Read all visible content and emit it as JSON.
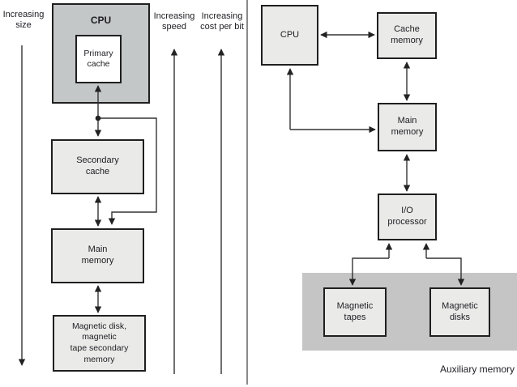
{
  "figure": {
    "left": {
      "axes": {
        "size": {
          "lines": [
            "Increasing",
            "size"
          ]
        },
        "speed": {
          "lines": [
            "Increasing",
            "speed"
          ]
        },
        "cost": {
          "lines": [
            "Increasing",
            "cost per bit"
          ]
        }
      },
      "boxes": {
        "cpu": {
          "lines": [
            "CPU"
          ]
        },
        "primary_cache": {
          "lines": [
            "Primary",
            "cache"
          ]
        },
        "secondary_cache": {
          "lines": [
            "Secondary",
            "cache"
          ]
        },
        "main_memory": {
          "lines": [
            "Main",
            "memory"
          ]
        },
        "secondary_memory": {
          "lines": [
            "Magnetic disk, magnetic",
            "tape secondary",
            "memory"
          ]
        }
      }
    },
    "right": {
      "boxes": {
        "cpu": {
          "lines": [
            "CPU"
          ]
        },
        "cache_memory": {
          "lines": [
            "Cache",
            "memory"
          ]
        },
        "main_memory": {
          "lines": [
            "Main",
            "memory"
          ]
        },
        "io_processor": {
          "lines": [
            "I/O",
            "processor"
          ]
        },
        "magnetic_tapes": {
          "lines": [
            "Magnetic",
            "tapes"
          ]
        },
        "magnetic_disks": {
          "lines": [
            "Magnetic",
            "disks"
          ]
        }
      },
      "auxiliary_memory_label": "Auxiliary memory"
    },
    "colors": {
      "cpu_box_fill": "#c3c7c7",
      "box_fill": "#eaeae8",
      "primary_cache_fill": "#ffffff",
      "auxiliary_panel_fill": "#c5c5c5",
      "box_border": "#1f1f1f",
      "connector_line": "#333333",
      "background": "#ffffff"
    }
  }
}
